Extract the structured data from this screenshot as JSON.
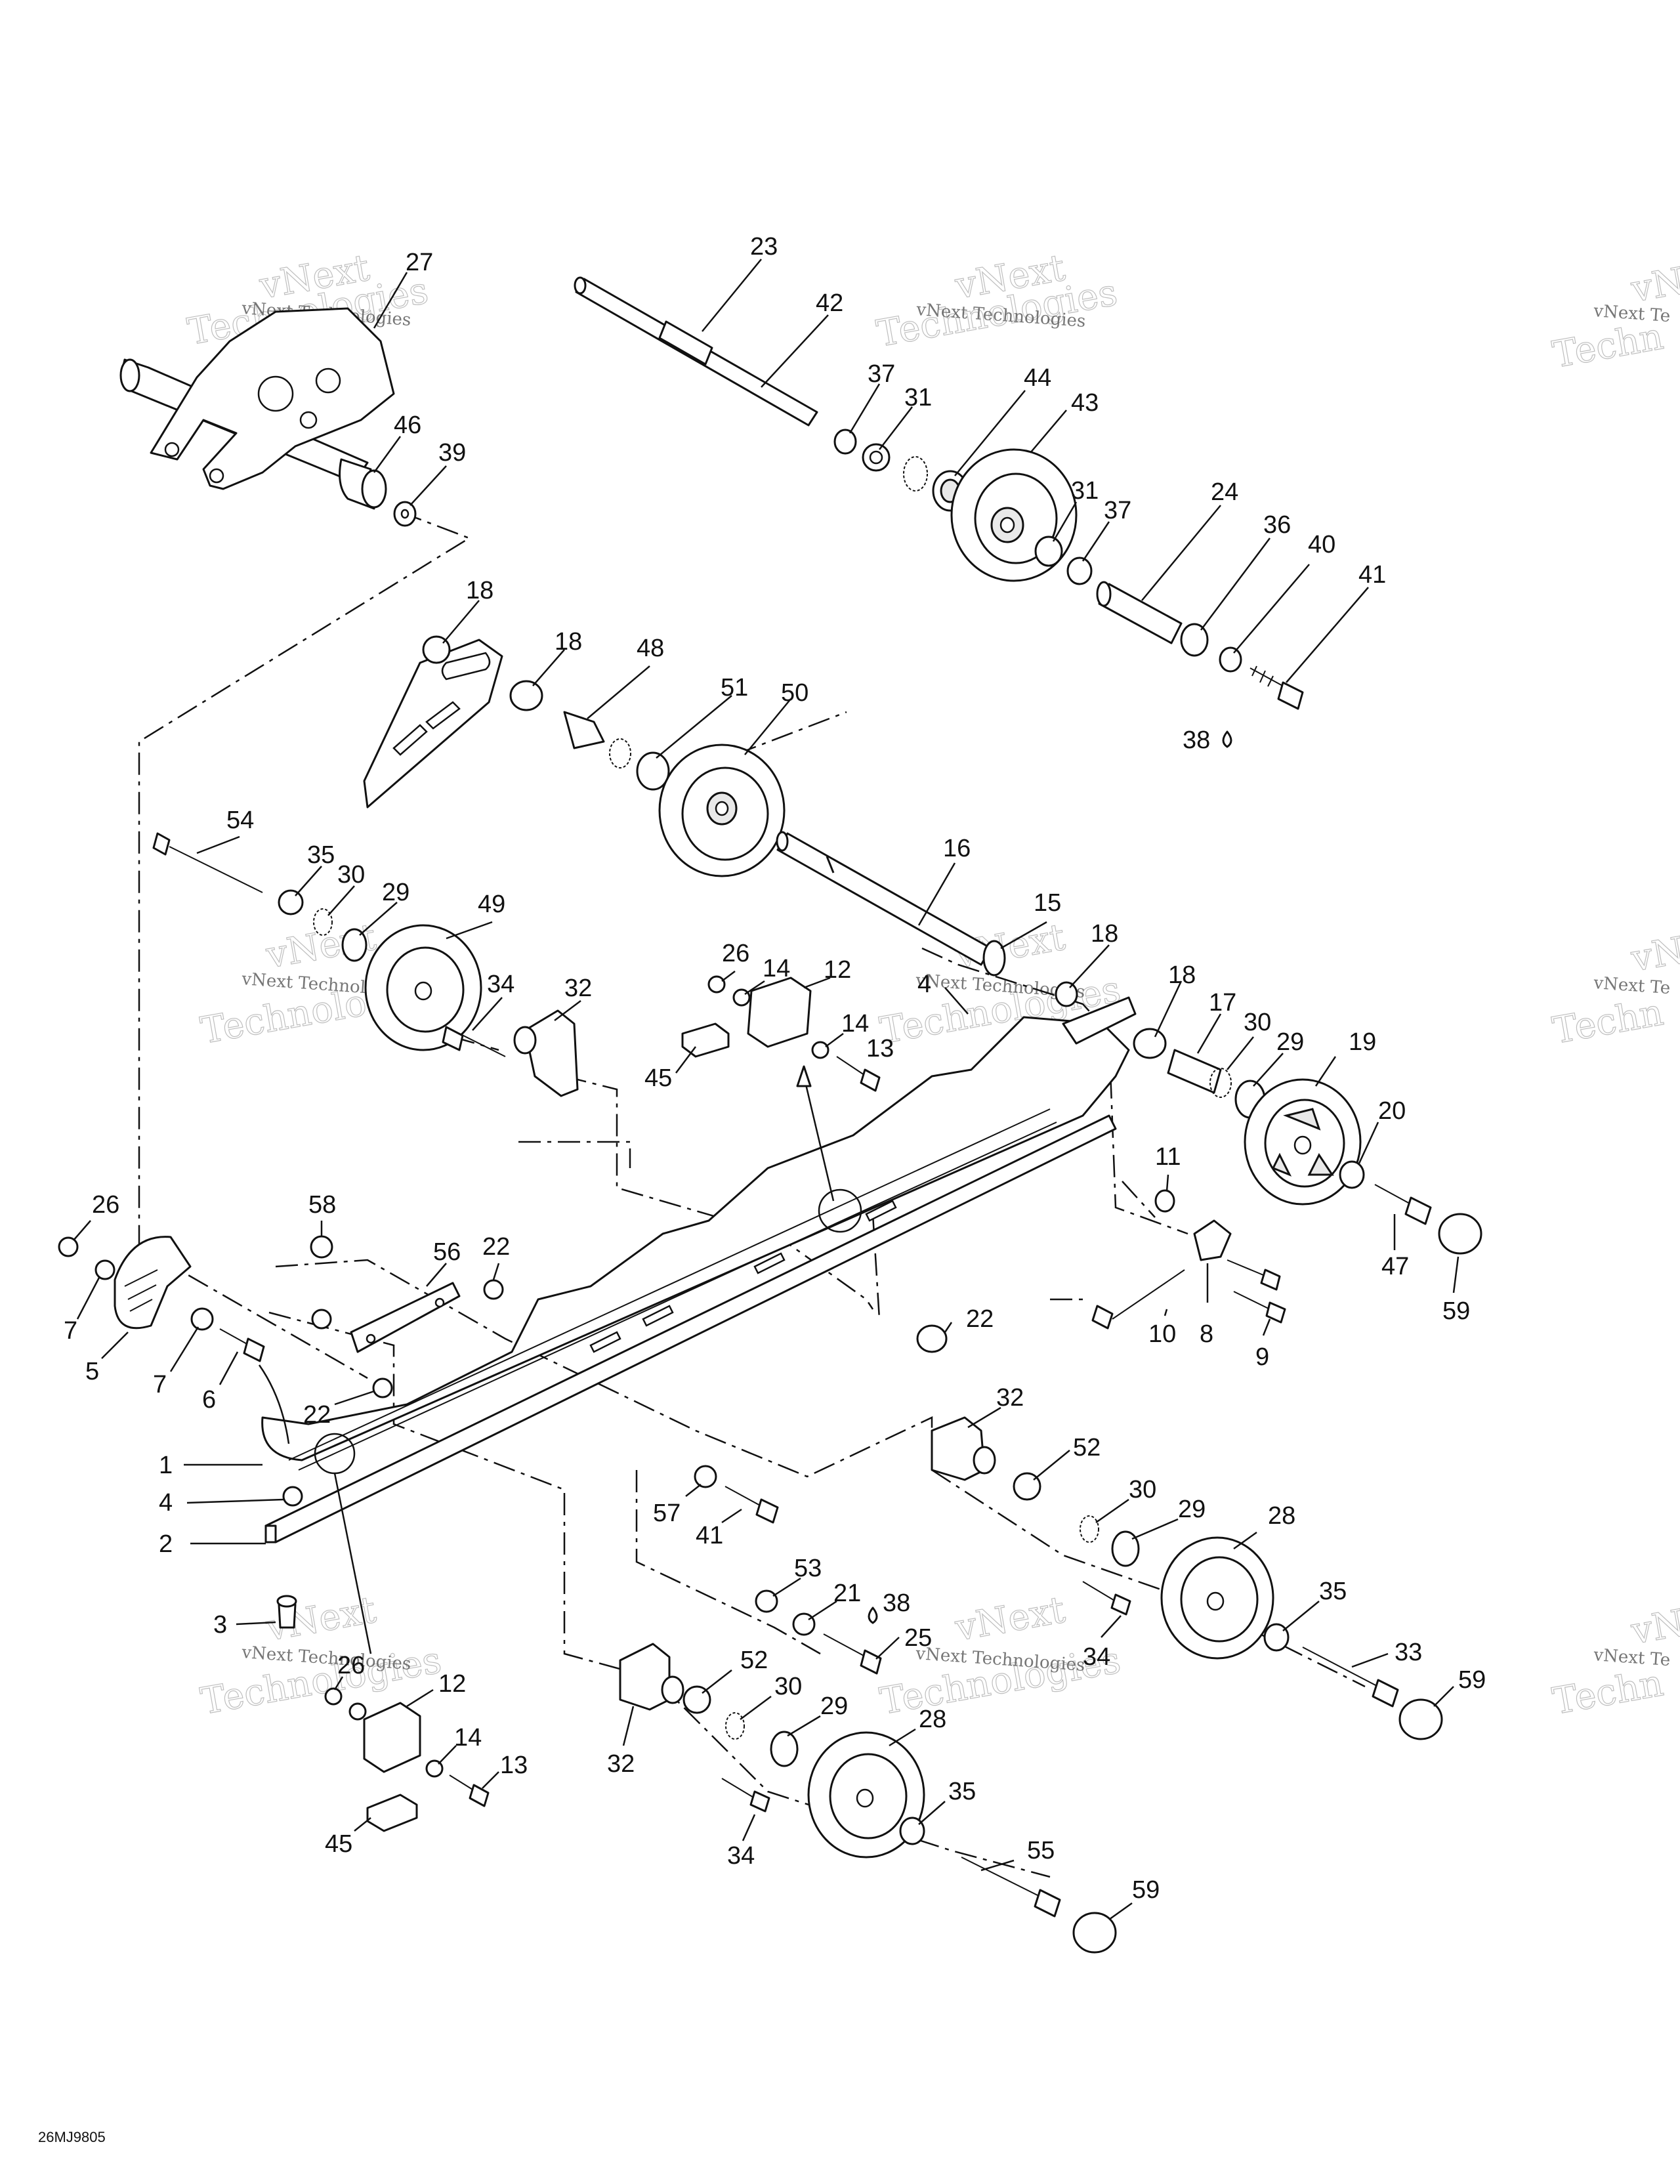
{
  "drawing_code": "26MJ9805",
  "watermark": {
    "small": "vNext Technologies",
    "big_top": "vNext",
    "big_bottom": "Technologies",
    "partial_small": "vNext Te",
    "partial_big_top": "vNe",
    "partial_big_bottom": "Techn"
  },
  "callouts": [
    {
      "id": "c27",
      "text": "27"
    },
    {
      "id": "c46",
      "text": "46"
    },
    {
      "id": "c39",
      "text": "39"
    },
    {
      "id": "c23",
      "text": "23"
    },
    {
      "id": "c42",
      "text": "42"
    },
    {
      "id": "c37a",
      "text": "37"
    },
    {
      "id": "c31a",
      "text": "31"
    },
    {
      "id": "c44",
      "text": "44"
    },
    {
      "id": "c43",
      "text": "43"
    },
    {
      "id": "c31b",
      "text": "31"
    },
    {
      "id": "c37b",
      "text": "37"
    },
    {
      "id": "c24",
      "text": "24"
    },
    {
      "id": "c36",
      "text": "36"
    },
    {
      "id": "c40",
      "text": "40"
    },
    {
      "id": "c41a",
      "text": "41"
    },
    {
      "id": "c38a",
      "text": "38"
    },
    {
      "id": "c18a",
      "text": "18"
    },
    {
      "id": "c18b",
      "text": "18"
    },
    {
      "id": "c48",
      "text": "48"
    },
    {
      "id": "c51",
      "text": "51"
    },
    {
      "id": "c50",
      "text": "50"
    },
    {
      "id": "c54",
      "text": "54"
    },
    {
      "id": "c35a",
      "text": "35"
    },
    {
      "id": "c30a",
      "text": "30"
    },
    {
      "id": "c29a",
      "text": "29"
    },
    {
      "id": "c49",
      "text": "49"
    },
    {
      "id": "c34a",
      "text": "34"
    },
    {
      "id": "c32a",
      "text": "32"
    },
    {
      "id": "c16",
      "text": "16"
    },
    {
      "id": "c15",
      "text": "15"
    },
    {
      "id": "c18c",
      "text": "18"
    },
    {
      "id": "c26a",
      "text": "26"
    },
    {
      "id": "c14a",
      "text": "14"
    },
    {
      "id": "c12a",
      "text": "12"
    },
    {
      "id": "c4a",
      "text": "4"
    },
    {
      "id": "c14b",
      "text": "14"
    },
    {
      "id": "c13a",
      "text": "13"
    },
    {
      "id": "c45a",
      "text": "45"
    },
    {
      "id": "c18d",
      "text": "18"
    },
    {
      "id": "c17",
      "text": "17"
    },
    {
      "id": "c30b",
      "text": "30"
    },
    {
      "id": "c29b",
      "text": "29"
    },
    {
      "id": "c19",
      "text": "19"
    },
    {
      "id": "c20",
      "text": "20"
    },
    {
      "id": "c11",
      "text": "11"
    },
    {
      "id": "c47",
      "text": "47"
    },
    {
      "id": "c59a",
      "text": "59"
    },
    {
      "id": "c10",
      "text": "10"
    },
    {
      "id": "c8",
      "text": "8"
    },
    {
      "id": "c9",
      "text": "9"
    },
    {
      "id": "c26b",
      "text": "26"
    },
    {
      "id": "c7a",
      "text": "7"
    },
    {
      "id": "c5",
      "text": "5"
    },
    {
      "id": "c7b",
      "text": "7"
    },
    {
      "id": "c6",
      "text": "6"
    },
    {
      "id": "c58",
      "text": "58"
    },
    {
      "id": "c56",
      "text": "56"
    },
    {
      "id": "c22a",
      "text": "22"
    },
    {
      "id": "c22b",
      "text": "22"
    },
    {
      "id": "c22c",
      "text": "22"
    },
    {
      "id": "c1",
      "text": "1"
    },
    {
      "id": "c4b",
      "text": "4"
    },
    {
      "id": "c2",
      "text": "2"
    },
    {
      "id": "c3",
      "text": "3"
    },
    {
      "id": "c32b",
      "text": "32"
    },
    {
      "id": "c52a",
      "text": "52"
    },
    {
      "id": "c30c",
      "text": "30"
    },
    {
      "id": "c29c",
      "text": "29"
    },
    {
      "id": "c28a",
      "text": "28"
    },
    {
      "id": "c35b",
      "text": "35"
    },
    {
      "id": "c33",
      "text": "33"
    },
    {
      "id": "c59b",
      "text": "59"
    },
    {
      "id": "c57",
      "text": "57"
    },
    {
      "id": "c41b",
      "text": "41"
    },
    {
      "id": "c53",
      "text": "53"
    },
    {
      "id": "c21",
      "text": "21"
    },
    {
      "id": "c38b",
      "text": "38"
    },
    {
      "id": "c25",
      "text": "25"
    },
    {
      "id": "c34b",
      "text": "34"
    },
    {
      "id": "c26c",
      "text": "26"
    },
    {
      "id": "c12b",
      "text": "12"
    },
    {
      "id": "c14c",
      "text": "14"
    },
    {
      "id": "c13b",
      "text": "13"
    },
    {
      "id": "c45b",
      "text": "45"
    },
    {
      "id": "c32c",
      "text": "32"
    },
    {
      "id": "c52b",
      "text": "52"
    },
    {
      "id": "c30d",
      "text": "30"
    },
    {
      "id": "c29d",
      "text": "29"
    },
    {
      "id": "c28b",
      "text": "28"
    },
    {
      "id": "c35c",
      "text": "35"
    },
    {
      "id": "c55",
      "text": "55"
    },
    {
      "id": "c34c",
      "text": "34"
    },
    {
      "id": "c59c",
      "text": "59"
    }
  ]
}
